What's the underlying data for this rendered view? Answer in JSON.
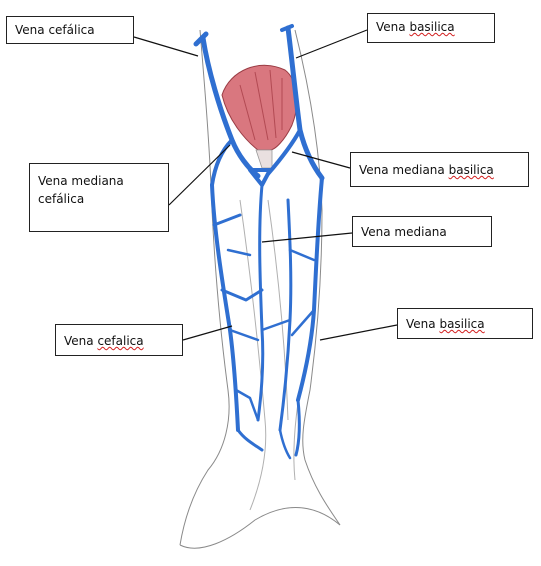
{
  "labels": {
    "cefalica_top": {
      "word": "Vena",
      "name": "cefálica"
    },
    "basilica_top": {
      "word": "Vena",
      "name": "basilica"
    },
    "mediana_cefalica": {
      "line1": "Vena mediana",
      "line2": "cefálica"
    },
    "mediana_basilica": {
      "word": "Vena mediana",
      "name": "basilica"
    },
    "mediana": {
      "text": "Vena mediana"
    },
    "cefalica_low": {
      "word": "Vena",
      "name": "cefalica"
    },
    "basilica_low": {
      "word": "Vena",
      "name": "basilica"
    }
  },
  "colors": {
    "vein": "#2f6fd1",
    "muscle": "#d9777f",
    "outline": "#777777",
    "spellcheck": "#d21e1e"
  }
}
